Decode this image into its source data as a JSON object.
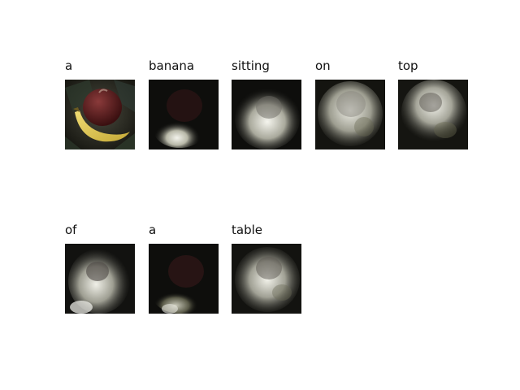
{
  "caption_words": [
    "a",
    "banana",
    "sitting",
    "on",
    "top",
    "of",
    "a",
    "table"
  ],
  "tile_images": [
    "original-photo-banana-and-apple",
    "attention-map-banana",
    "attention-map-sitting",
    "attention-map-on",
    "attention-map-top",
    "attention-map-of",
    "attention-map-a",
    "attention-map-table"
  ],
  "colors": {
    "background": "#ffffff",
    "text": "#111111",
    "banana": "#d9c45a",
    "apple": "#5a1c1c",
    "attention_glow": "#f2f2ea"
  }
}
